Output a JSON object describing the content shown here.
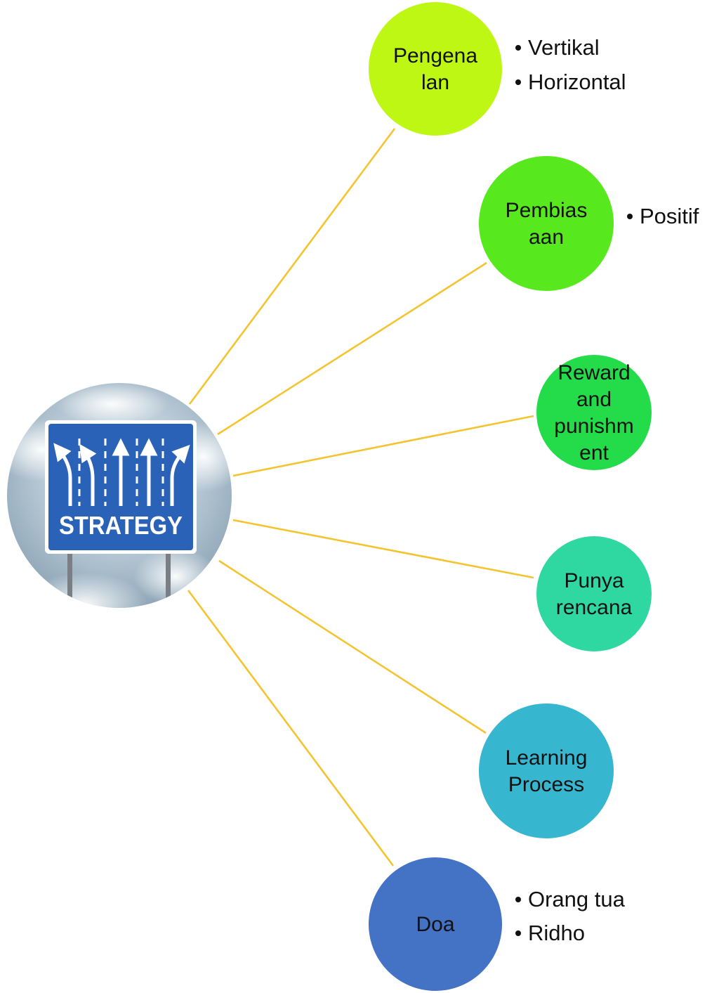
{
  "center": {
    "sign_text": "STRATEGY",
    "sign_color": "#2a62b8",
    "sky_color": "#b9cad6"
  },
  "connector_color": "#f4c430",
  "nodes": [
    {
      "id": "pengenalan",
      "lines": [
        "Pengena",
        "lan"
      ],
      "color": "#bff714",
      "bullets": [
        "Vertikal",
        "Horizontal"
      ]
    },
    {
      "id": "pembiasaan",
      "lines": [
        "Pembias",
        "aan"
      ],
      "color": "#58e81e",
      "bullets": [
        "Positif"
      ]
    },
    {
      "id": "reward",
      "lines": [
        "Reward",
        "and",
        "punishm",
        "ent"
      ],
      "color": "#24dc4a",
      "bullets": []
    },
    {
      "id": "punya-rencana",
      "lines": [
        "Punya",
        "rencana"
      ],
      "color": "#2ed8a0",
      "bullets": []
    },
    {
      "id": "learning-process",
      "lines": [
        "Learning",
        "Process"
      ],
      "color": "#37b7cf",
      "bullets": []
    },
    {
      "id": "doa",
      "lines": [
        "Doa"
      ],
      "color": "#4472c4",
      "bullets": [
        "Orang tua",
        "Ridho"
      ]
    }
  ]
}
